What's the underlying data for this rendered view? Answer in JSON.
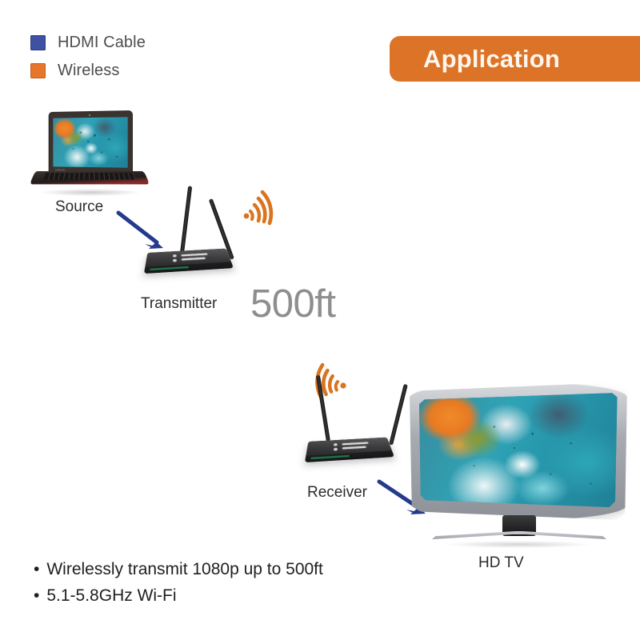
{
  "legend": {
    "items": [
      {
        "label": "HDMI Cable",
        "color": "#3f51a3",
        "icon": "square-swatch-icon"
      },
      {
        "label": "Wireless",
        "color": "#e5762a",
        "icon": "square-swatch-icon"
      }
    ]
  },
  "banner": {
    "title": "Application",
    "bg_color": "#dd7327",
    "text_color": "#fdf6ec"
  },
  "diagram": {
    "distance_label": "500ft",
    "nodes": [
      {
        "id": "source",
        "label": "Source",
        "device": "laptop-icon"
      },
      {
        "id": "transmitter",
        "label": "Transmitter",
        "device": "wireless-transmitter-icon"
      },
      {
        "id": "receiver",
        "label": "Receiver",
        "device": "wireless-receiver-icon"
      },
      {
        "id": "hdtv",
        "label": "HD TV",
        "device": "curved-tv-icon"
      }
    ],
    "connections": [
      {
        "from": "source",
        "to": "transmitter",
        "type": "HDMI Cable",
        "color": "#243a8c"
      },
      {
        "from": "transmitter",
        "to": "receiver",
        "type": "Wireless",
        "color": "#d9741f"
      },
      {
        "from": "receiver",
        "to": "hdtv",
        "type": "HDMI Cable",
        "color": "#243a8c"
      }
    ]
  },
  "features": {
    "bullet_char": "•",
    "items": [
      "Wirelessly transmit 1080p up to 500ft",
      "5.1-5.8GHz Wi-Fi"
    ]
  },
  "colors": {
    "accent_orange": "#dd7327",
    "accent_blue": "#3f51a3",
    "arrow_blue": "#243a8c",
    "wifi_orange": "#d9741f",
    "muted_gray": "#8e8e8e"
  }
}
